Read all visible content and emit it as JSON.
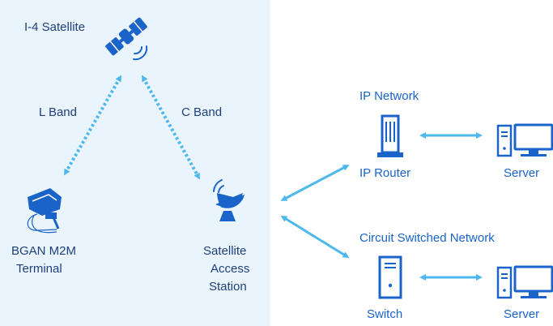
{
  "satellite": {
    "label": "I-4 Satellite"
  },
  "links": {
    "l_band": "L Band",
    "c_band": "C Band"
  },
  "terminal": {
    "line1": "BGAN M2M",
    "line2": "Terminal"
  },
  "station": {
    "line1": "Satellite",
    "line2": "Access",
    "line3": "Station"
  },
  "ip_network": {
    "title": "IP Network",
    "router": "IP Router",
    "server": "Server"
  },
  "circuit_network": {
    "title": "Circuit Switched Network",
    "switch": "Switch",
    "server": "Server"
  },
  "colors": {
    "icon": "#1a63c9",
    "arrow": "#4db8ec",
    "panel": "#eaf4fd"
  }
}
